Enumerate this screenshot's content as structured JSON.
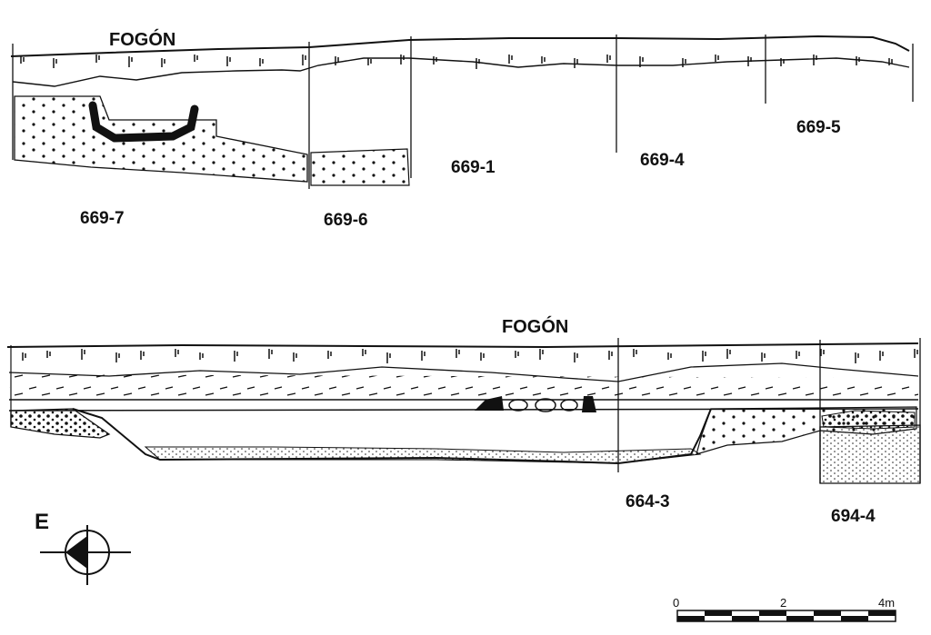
{
  "profile_top": {
    "title": "FOGÓN",
    "units": [
      "669-7",
      "669-6",
      "669-1",
      "669-4",
      "669-5"
    ]
  },
  "profile_bottom": {
    "title": "FOGÓN",
    "units": [
      "664-3",
      "694-4"
    ]
  },
  "orientation": {
    "letter": "E"
  },
  "scale": {
    "ticks": [
      "0",
      "2",
      "4m"
    ]
  }
}
